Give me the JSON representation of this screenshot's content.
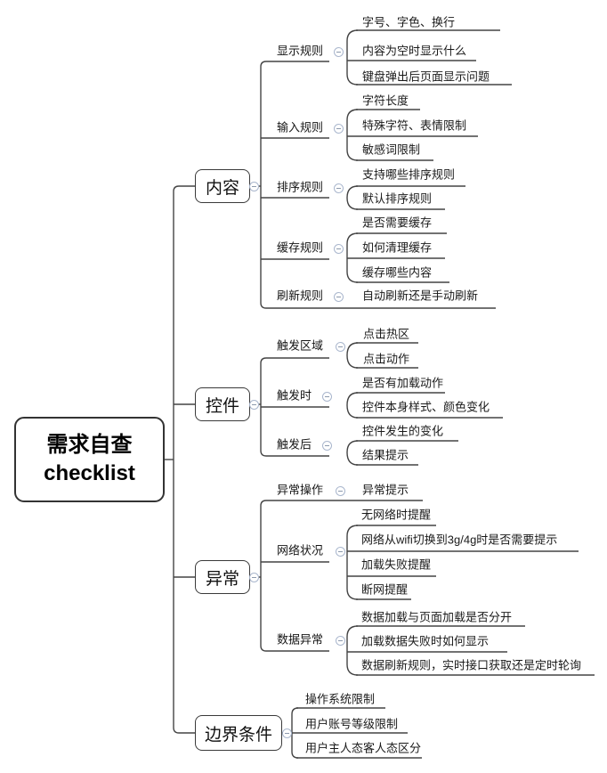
{
  "root": {
    "line1": "需求自查",
    "line2": "checklist"
  },
  "branches": [
    {
      "label": "内容",
      "groups": [
        {
          "label": "显示规则",
          "children": [
            "字号、字色、换行",
            "内容为空时显示什么",
            "键盘弹出后页面显示问题"
          ]
        },
        {
          "label": "输入规则",
          "children": [
            "字符长度",
            "特殊字符、表情限制",
            "敏感词限制"
          ]
        },
        {
          "label": "排序规则",
          "children": [
            "支持哪些排序规则",
            "默认排序规则"
          ]
        },
        {
          "label": "缓存规则",
          "children": [
            "是否需要缓存",
            "如何清理缓存",
            "缓存哪些内容"
          ]
        },
        {
          "label": "刷新规则",
          "children": [
            "自动刷新还是手动刷新"
          ]
        }
      ]
    },
    {
      "label": "控件",
      "groups": [
        {
          "label": "触发区域",
          "children": [
            "点击热区",
            "点击动作"
          ]
        },
        {
          "label": "触发时",
          "children": [
            "是否有加载动作",
            "控件本身样式、颜色变化"
          ]
        },
        {
          "label": "触发后",
          "children": [
            "控件发生的变化",
            "结果提示"
          ]
        }
      ]
    },
    {
      "label": "异常",
      "groups": [
        {
          "label": "异常操作",
          "children": [
            "异常提示"
          ]
        },
        {
          "label": "网络状况",
          "children": [
            "无网络时提醒",
            "网络从wifi切换到3g/4g时是否需要提示",
            "加载失败提醒",
            "断网提醒"
          ]
        },
        {
          "label": "数据异常",
          "children": [
            "数据加载与页面加载是否分开",
            "加载数据失败时如何显示",
            "数据刷新规则，实时接口获取还是定时轮询"
          ]
        }
      ]
    },
    {
      "label": "边界条件",
      "children": [
        "操作系统限制",
        "用户账号等级限制",
        "用户主人态客人态区分"
      ]
    }
  ],
  "icons": {
    "collapse_icon": "minus-circle"
  },
  "colors": {
    "line": "#444444",
    "text": "#1a1a1a",
    "box_border": "#3a3a3a",
    "collapse_stroke": "#a9b6cd",
    "background": "#ffffff"
  }
}
